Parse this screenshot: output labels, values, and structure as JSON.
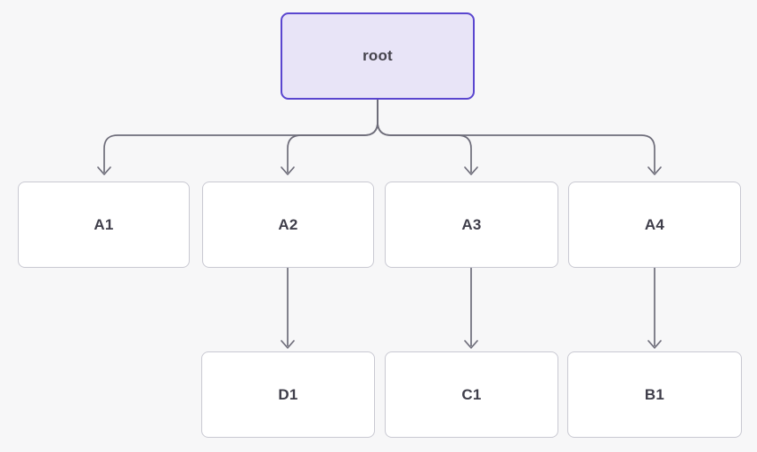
{
  "diagram": {
    "type": "tree",
    "colors": {
      "background": "#f7f7f8",
      "edge": "#6e6d7a",
      "node_fill": "#ffffff",
      "node_border": "#c9c9d2",
      "node_text": "#3f3e4a",
      "root_fill": "#e8e4f7",
      "root_border": "#5a46cf"
    },
    "nodes": {
      "root": {
        "label": "root"
      },
      "a1": {
        "label": "A1"
      },
      "a2": {
        "label": "A2"
      },
      "a3": {
        "label": "A3"
      },
      "a4": {
        "label": "A4"
      },
      "d1": {
        "label": "D1"
      },
      "c1": {
        "label": "C1"
      },
      "b1": {
        "label": "B1"
      }
    },
    "edges": [
      {
        "from": "root",
        "to": "A1"
      },
      {
        "from": "root",
        "to": "A2"
      },
      {
        "from": "root",
        "to": "A3"
      },
      {
        "from": "root",
        "to": "A4"
      },
      {
        "from": "A2",
        "to": "D1"
      },
      {
        "from": "A3",
        "to": "C1"
      },
      {
        "from": "A4",
        "to": "B1"
      }
    ]
  }
}
